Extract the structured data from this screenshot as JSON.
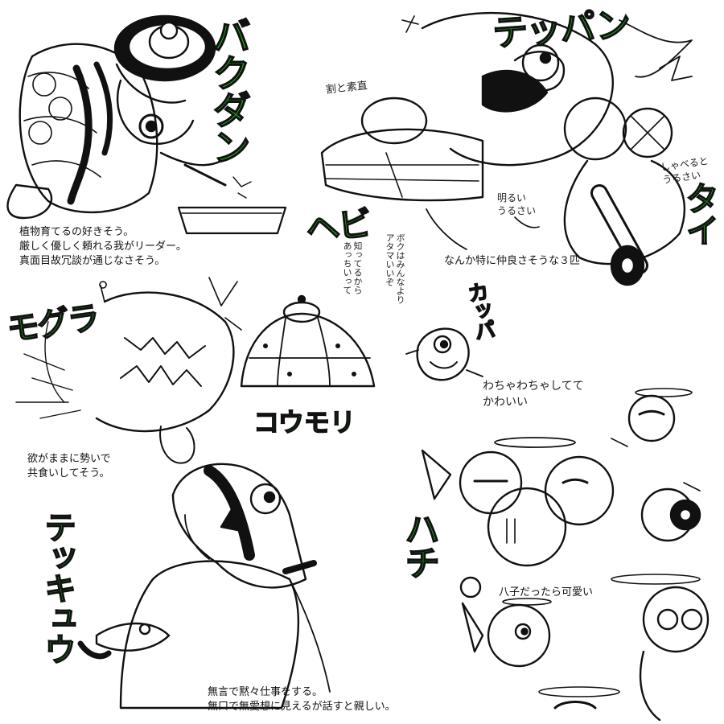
{
  "colors": {
    "ink": "#111111",
    "accent_green": "#22b422",
    "background": "#ffffff"
  },
  "names": {
    "baguguen": "バクダン",
    "teppan": "テッパン",
    "tai": "タイ",
    "hebi": "ヘビ",
    "mogura": "モグラ",
    "koumori": "コウモリ",
    "kappa": "カッパ",
    "tekkyu": "テッキュウ",
    "hachi": "ハチ"
  },
  "captions": {
    "leader": "植物育てるの好きそう。\n厳しく優しく頼れる我がリーダー。\n真面目故冗談が通じなさそう。",
    "trio": "なんか特に仲良さそうな３匹",
    "cannibal": "欲がままに勢いで\n共食いしてそう。",
    "quiet": "無言で黙々仕事をする。\n無口で無愛想に見えるが話すと親しい。",
    "eight": "八子だったら可愛い"
  },
  "notes": {
    "wari": "割と素直",
    "akarui": "明るい\nうるさい",
    "shaberu": "しゃべると\nうるさい",
    "shitteru": "知ってるから\nあっちいって",
    "boku": "ボクはみんなより\nアタマいいぞ",
    "wachawacha": "わちゃわちゃしてて\nかわいい"
  }
}
